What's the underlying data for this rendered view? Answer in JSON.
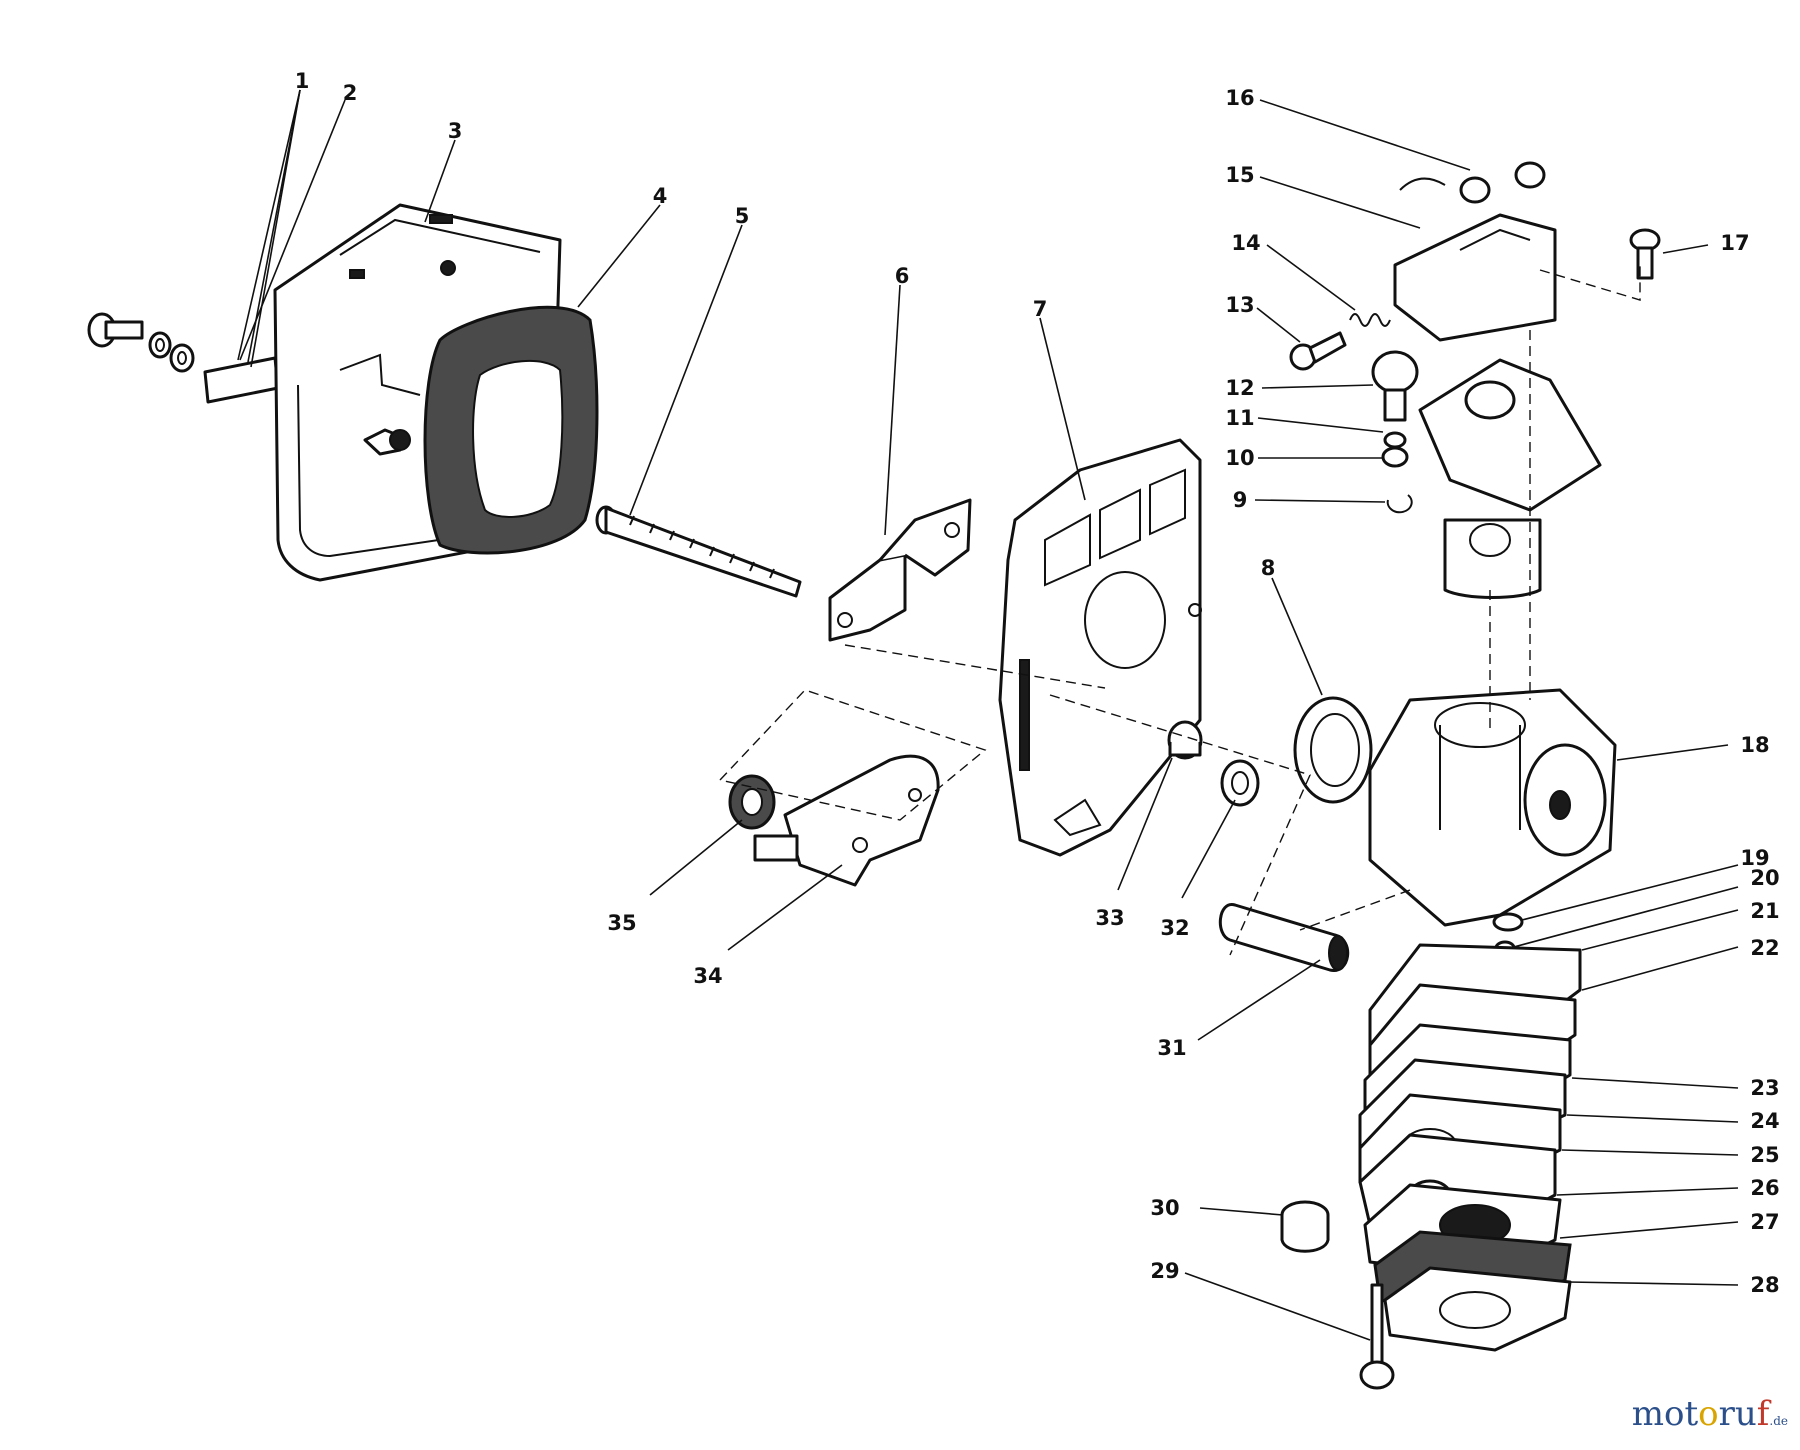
{
  "diagram": {
    "callouts": [
      {
        "id": "1",
        "label": "1"
      },
      {
        "id": "2",
        "label": "2"
      },
      {
        "id": "3",
        "label": "3"
      },
      {
        "id": "4",
        "label": "4"
      },
      {
        "id": "5",
        "label": "5"
      },
      {
        "id": "6",
        "label": "6"
      },
      {
        "id": "7",
        "label": "7"
      },
      {
        "id": "8",
        "label": "8"
      },
      {
        "id": "9",
        "label": "9"
      },
      {
        "id": "10",
        "label": "10"
      },
      {
        "id": "11",
        "label": "11"
      },
      {
        "id": "12",
        "label": "12"
      },
      {
        "id": "13",
        "label": "13"
      },
      {
        "id": "14",
        "label": "14"
      },
      {
        "id": "15",
        "label": "15"
      },
      {
        "id": "16",
        "label": "16"
      },
      {
        "id": "17",
        "label": "17"
      },
      {
        "id": "18",
        "label": "18"
      },
      {
        "id": "19",
        "label": "19"
      },
      {
        "id": "20",
        "label": "20"
      },
      {
        "id": "21",
        "label": "21"
      },
      {
        "id": "22",
        "label": "22"
      },
      {
        "id": "23",
        "label": "23"
      },
      {
        "id": "24",
        "label": "24"
      },
      {
        "id": "25",
        "label": "25"
      },
      {
        "id": "26",
        "label": "26"
      },
      {
        "id": "27",
        "label": "27"
      },
      {
        "id": "28",
        "label": "28"
      },
      {
        "id": "29",
        "label": "29"
      },
      {
        "id": "30",
        "label": "30"
      },
      {
        "id": "31",
        "label": "31"
      },
      {
        "id": "32",
        "label": "32"
      },
      {
        "id": "33",
        "label": "33"
      },
      {
        "id": "34",
        "label": "34"
      },
      {
        "id": "35",
        "label": "35"
      }
    ]
  },
  "watermark": {
    "letters": [
      "m",
      "o",
      "t",
      "o",
      "r",
      "u",
      "f"
    ],
    "colors": [
      "#2b4f8a",
      "#2b4f8a",
      "#2b4f8a",
      "#d9a400",
      "#2b4f8a",
      "#2b4f8a",
      "#c0392b"
    ],
    "suffix": ".de"
  }
}
